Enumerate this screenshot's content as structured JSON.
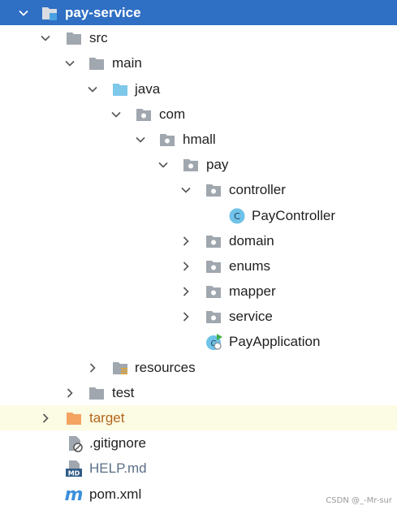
{
  "project_tree": {
    "root": "pay-service",
    "src": "src",
    "main": "main",
    "java": "java",
    "com": "com",
    "hmall": "hmall",
    "pay": "pay",
    "controller": "controller",
    "pay_controller": "PayController",
    "domain": "domain",
    "enums": "enums",
    "mapper": "mapper",
    "service": "service",
    "pay_application": "PayApplication",
    "resources": "resources",
    "test": "test",
    "target": "target",
    "gitignore": ".gitignore",
    "help_md": "HELP.md",
    "pom_xml": "pom.xml"
  },
  "badges": {
    "class": "C",
    "md": "MD",
    "maven": "m"
  },
  "icons": {
    "expanded": "chevron-down-icon",
    "collapsed": "chevron-right-icon",
    "module": "module-folder-icon",
    "folder": "folder-icon",
    "source_root": "source-root-folder-icon",
    "package": "package-icon",
    "class": "java-class-icon",
    "app": "spring-boot-application-icon",
    "resources": "resources-folder-icon",
    "excluded": "excluded-folder-icon",
    "file": "ignored-file-icon",
    "markdown": "markdown-file-icon",
    "maven": "maven-pom-icon"
  },
  "colors": {
    "selection": "#2f6fc4",
    "folder_gray": "#a0a7ae",
    "source_root_blue": "#7ec8ea",
    "excluded_orange": "#f4a361",
    "excluded_text": "#b4651b",
    "class_circle": "#6fc2e8",
    "maven_blue": "#3b8fdc"
  },
  "watermark": "CSDN @_-Mr-sur"
}
